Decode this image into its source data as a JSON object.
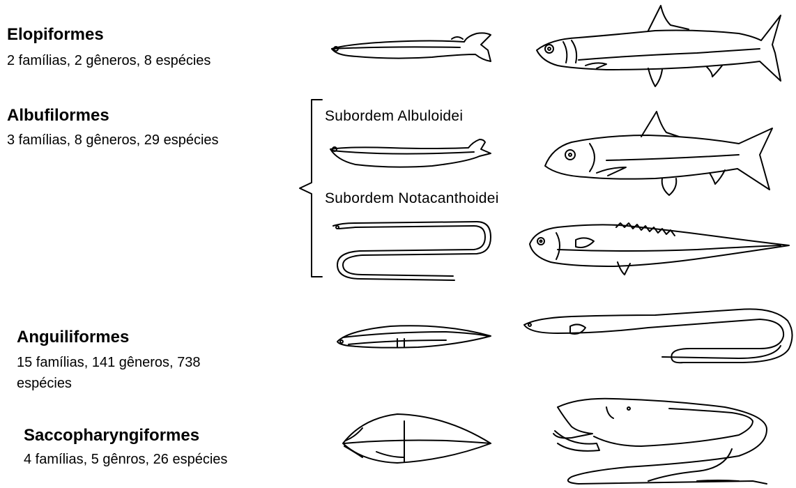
{
  "orders": [
    {
      "name": "Elopiformes",
      "info": "2 famílias, 2 gêneros, 8 espécies"
    },
    {
      "name": "Albufilormes",
      "info": "3 famílias, 8 gêneros, 29 espécies"
    },
    {
      "name": "Anguiliformes",
      "info": "15 famílias, 141 gêneros, 738 espécies"
    },
    {
      "name": "Saccopharyngiformes",
      "info": "4 famílias, 5 gênros, 26 espécies"
    }
  ],
  "suborders": [
    {
      "label": "Subordem  Albuloidei"
    },
    {
      "label": "Subordem  Notacanthoidei"
    }
  ],
  "illustrations": [
    {
      "icon": "elopiform-larva-icon"
    },
    {
      "icon": "elopiform-adult-fish-icon"
    },
    {
      "icon": "albuloid-larva-icon"
    },
    {
      "icon": "albuloid-adult-fish-icon"
    },
    {
      "icon": "notacanthoid-larva-icon"
    },
    {
      "icon": "notacanthoid-adult-fish-icon"
    },
    {
      "icon": "eel-larva-icon"
    },
    {
      "icon": "eel-adult-icon"
    },
    {
      "icon": "saccopharyngiform-larva-icon"
    },
    {
      "icon": "gulper-eel-adult-icon"
    }
  ]
}
